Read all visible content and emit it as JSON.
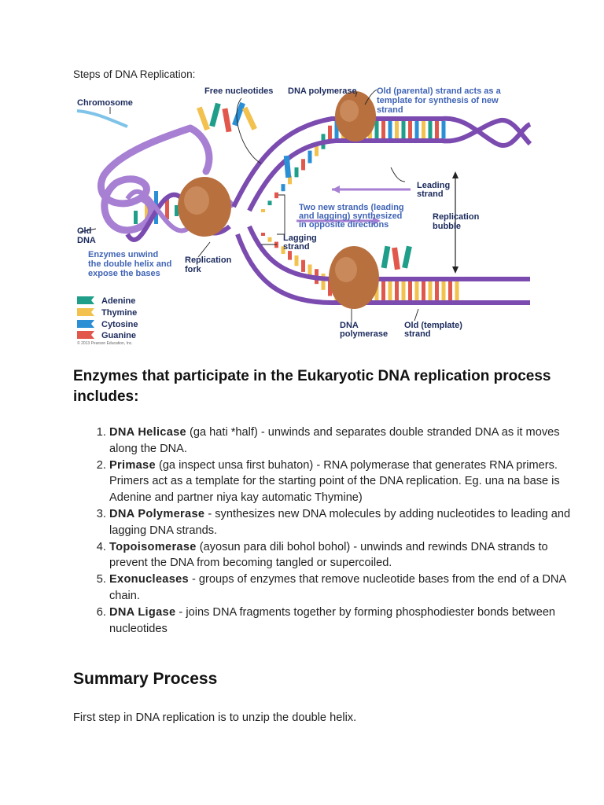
{
  "intro": "Steps of DNA Replication:",
  "figure": {
    "labels": {
      "free_nucleotides": "Free nucleotides",
      "dna_polymerase_top": "DNA polymerase",
      "parental_1": "Old (parental) strand acts as a",
      "parental_2": "template for synthesis of new",
      "parental_3": "strand",
      "chromosome": "Chromosome",
      "leading_1": "Leading",
      "leading_2": "strand",
      "two_new_1": "Two new strands (leading",
      "two_new_2": "and lagging) synthesized",
      "two_new_3": "in opposite directions",
      "old_dna_1": "Old",
      "old_dna_2": "DNA",
      "lagging_1": "Lagging",
      "lagging_2": "strand",
      "bubble_1": "Replication",
      "bubble_2": "bubble",
      "enzymes_1": "Enzymes unwind",
      "enzymes_2": "the double helix and",
      "enzymes_3": "expose the bases",
      "fork_1": "Replication",
      "fork_2": "fork",
      "dna_poly_bottom_1": "DNA",
      "dna_poly_bottom_2": "polymerase",
      "old_template_1": "Old (template)",
      "old_template_2": "strand",
      "copyright": "© 2013 Pearson Education, Inc."
    },
    "legend": [
      {
        "label": "Adenine",
        "color": "#1f9e8a"
      },
      {
        "label": "Thymine",
        "color": "#f2c14e"
      },
      {
        "label": "Cytosine",
        "color": "#2b8fd6"
      },
      {
        "label": "Guanine",
        "color": "#e2574c"
      }
    ],
    "colors": {
      "backbone": "#7b4bb0",
      "backbone_light": "#a77fd3",
      "protein": "#b8703f",
      "label": "#1b2a5c",
      "note": "#3f63b5"
    }
  },
  "enzymes_heading": "Enzymes that participate in the Eukaryotic DNA replication process includes:",
  "enzymes": [
    {
      "name": "DNA Helicase",
      "text": " (ga hati *half) - unwinds and separates double stranded DNA as it moves along the DNA."
    },
    {
      "name": "Primase",
      "text": " (ga inspect unsa first buhaton) - RNA polymerase that generates RNA primers. Primers act as a template for the starting point of the DNA replication. Eg. una na base is Adenine and partner niya kay automatic Thymine)"
    },
    {
      "name": "DNA Polymerase",
      "text": " - synthesizes new DNA molecules by adding nucleotides to leading and lagging DNA strands."
    },
    {
      "name": "Topoisomerase",
      "text": " (ayosun para dili bohol bohol) - unwinds and rewinds DNA strands to prevent the DNA from becoming tangled or supercoiled."
    },
    {
      "name": "Exonucleases",
      "text": " - groups of enzymes that remove nucleotide bases from the end of a DNA chain."
    },
    {
      "name": "DNA Ligase",
      "text": " - joins DNA fragments together by forming phosphodiester bonds between nucleotides"
    }
  ],
  "summary_heading": "Summary Process",
  "summary_text": "First step in DNA replication is to unzip the double helix."
}
